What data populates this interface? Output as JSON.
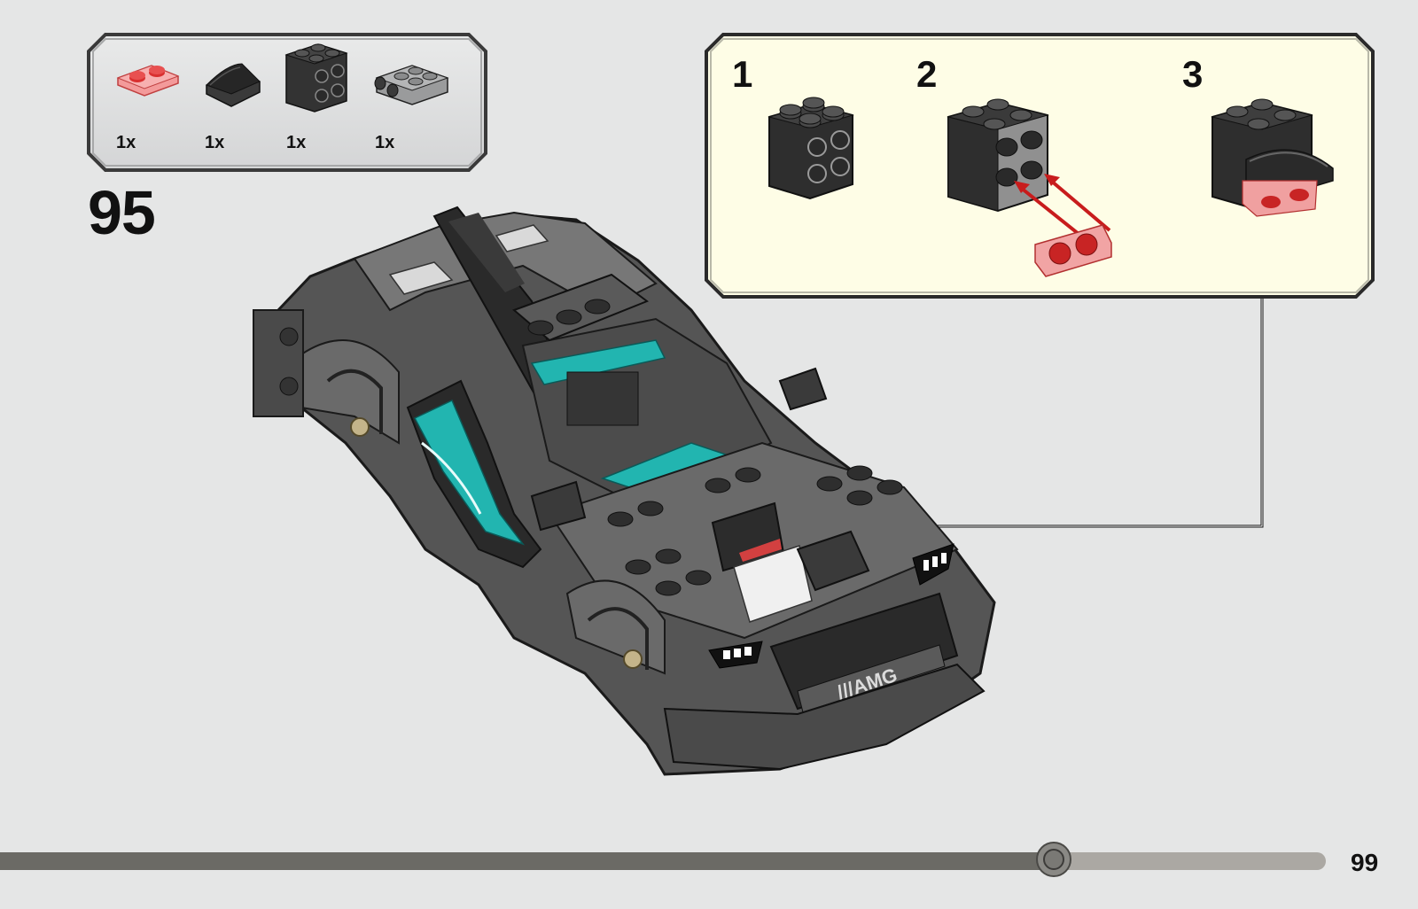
{
  "step": {
    "number": "95"
  },
  "parts_list": {
    "items": [
      {
        "quantity": "1x",
        "name": "plate-1x2-trans-red",
        "color": "#e04040"
      },
      {
        "quantity": "1x",
        "name": "slope-curved-black",
        "color": "#2a2a2a"
      },
      {
        "quantity": "1x",
        "name": "brick-2x2-studs-on-sides-black",
        "color": "#2c2c2c"
      },
      {
        "quantity": "1x",
        "name": "plate-2x2-studs-on-side-gray",
        "color": "#8a8b8c"
      }
    ]
  },
  "callout": {
    "background": "#fefde6",
    "substeps": [
      {
        "number": "1"
      },
      {
        "number": "2"
      },
      {
        "number": "3"
      }
    ]
  },
  "colors": {
    "accent_teal": "#22b5b0",
    "trans_red": "#e04848",
    "dark_gray": "#6b6a65",
    "light_gray": "#aba8a3"
  },
  "progress": {
    "fraction": 0.795
  },
  "page": {
    "number": "99"
  }
}
